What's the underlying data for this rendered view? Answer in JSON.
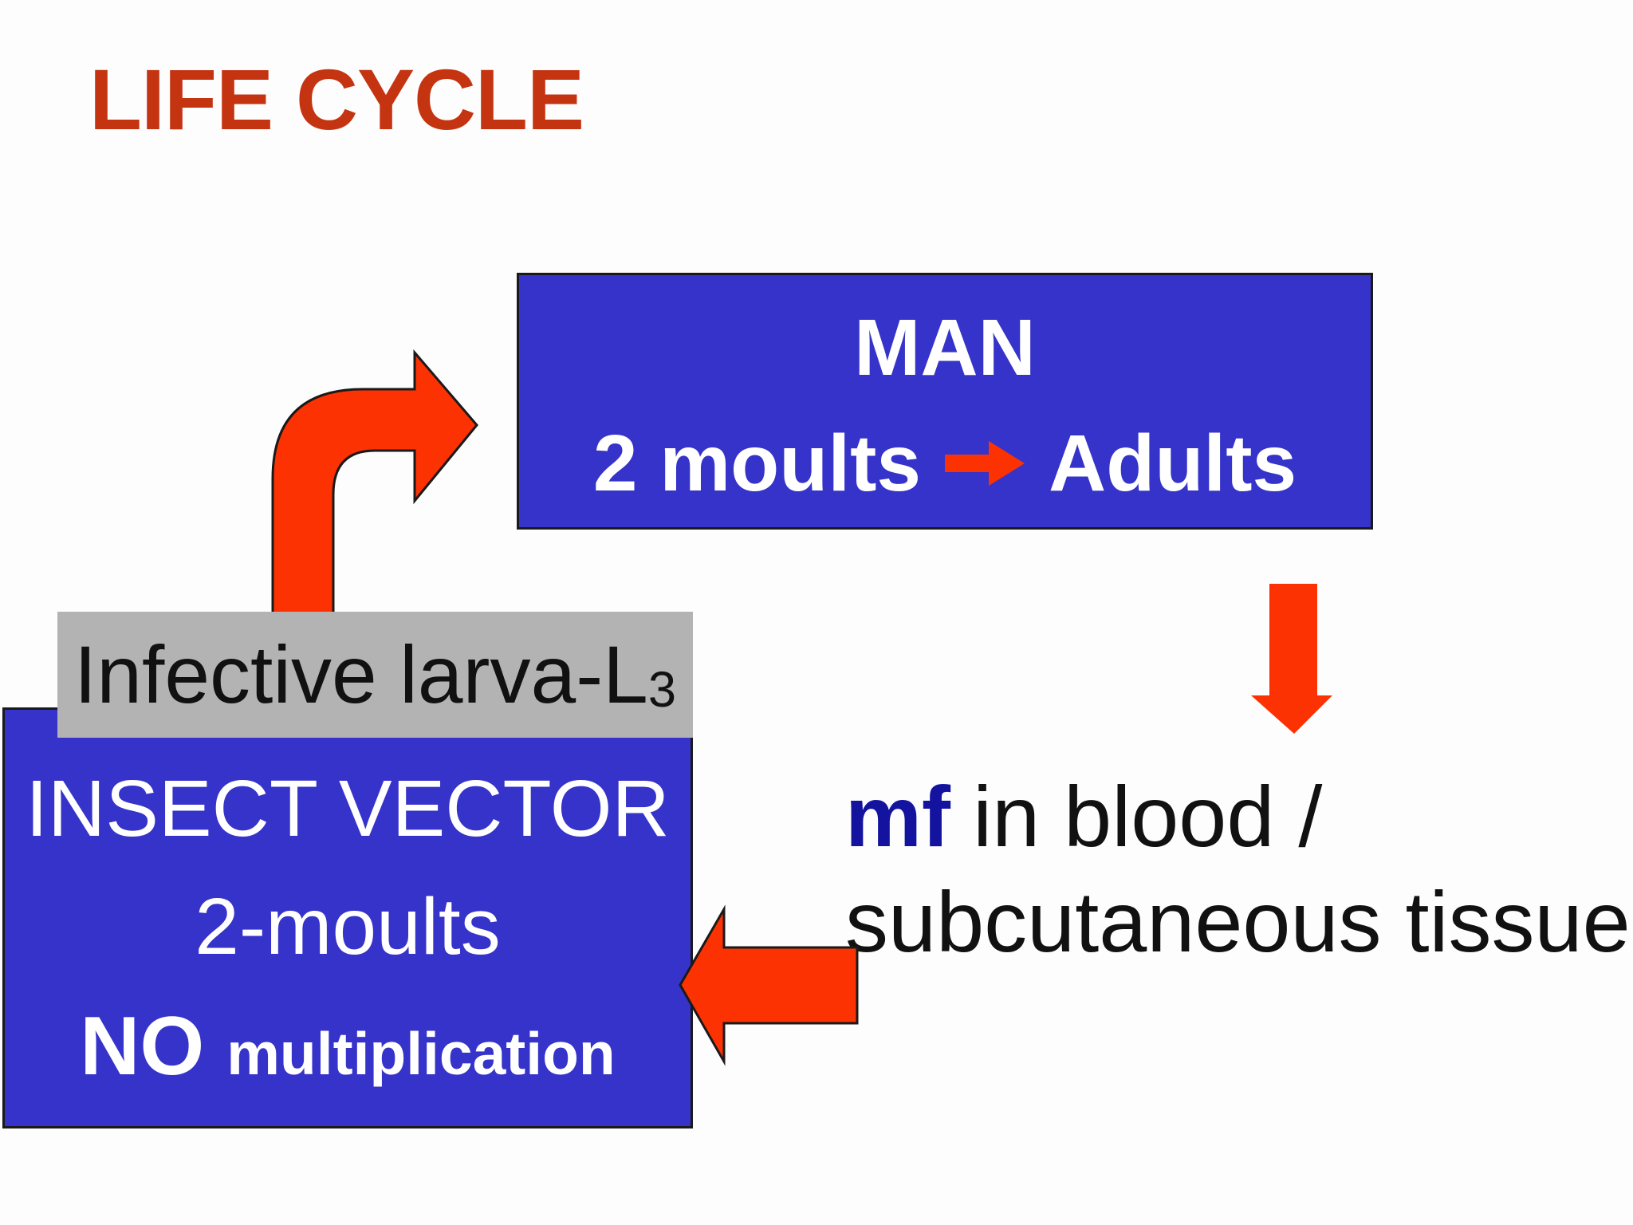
{
  "title": "LIFE CYCLE",
  "man_box": {
    "line1": "MAN",
    "line2_left": "2 moults",
    "line2_right": "Adults"
  },
  "infective_label": {
    "text": "Infective larva-L",
    "subscript": "3"
  },
  "insect_vector_box": {
    "line1": "INSECT VECTOR",
    "line2": "2-moults",
    "line3_strong": "NO",
    "line3_rest": "multiplication"
  },
  "mf_text": {
    "highlight": "mf",
    "line1_rest": "in blood /",
    "line2": "subcutaneous tissue"
  },
  "arrows": [
    {
      "name": "larva-to-man-arrow",
      "type": "elbow-up-right",
      "color": "#fc3203"
    },
    {
      "name": "moults-to-adults-arrow",
      "type": "right-inline",
      "color": "#fc3203"
    },
    {
      "name": "man-to-mf-arrow",
      "type": "down",
      "color": "#fc3203"
    },
    {
      "name": "mf-to-insect-vector-arrow",
      "type": "left",
      "color": "#fc3203"
    }
  ],
  "colors": {
    "background": "#fdfdfd",
    "title": "#c43411",
    "box_blue": "#3533c9",
    "box_border": "#1a1a1a",
    "arrow_red": "#fc3203",
    "gray_box": "#b3b3b3",
    "mf_blue": "#1313a0",
    "text_black": "#111111",
    "text_white": "#ffffff"
  }
}
